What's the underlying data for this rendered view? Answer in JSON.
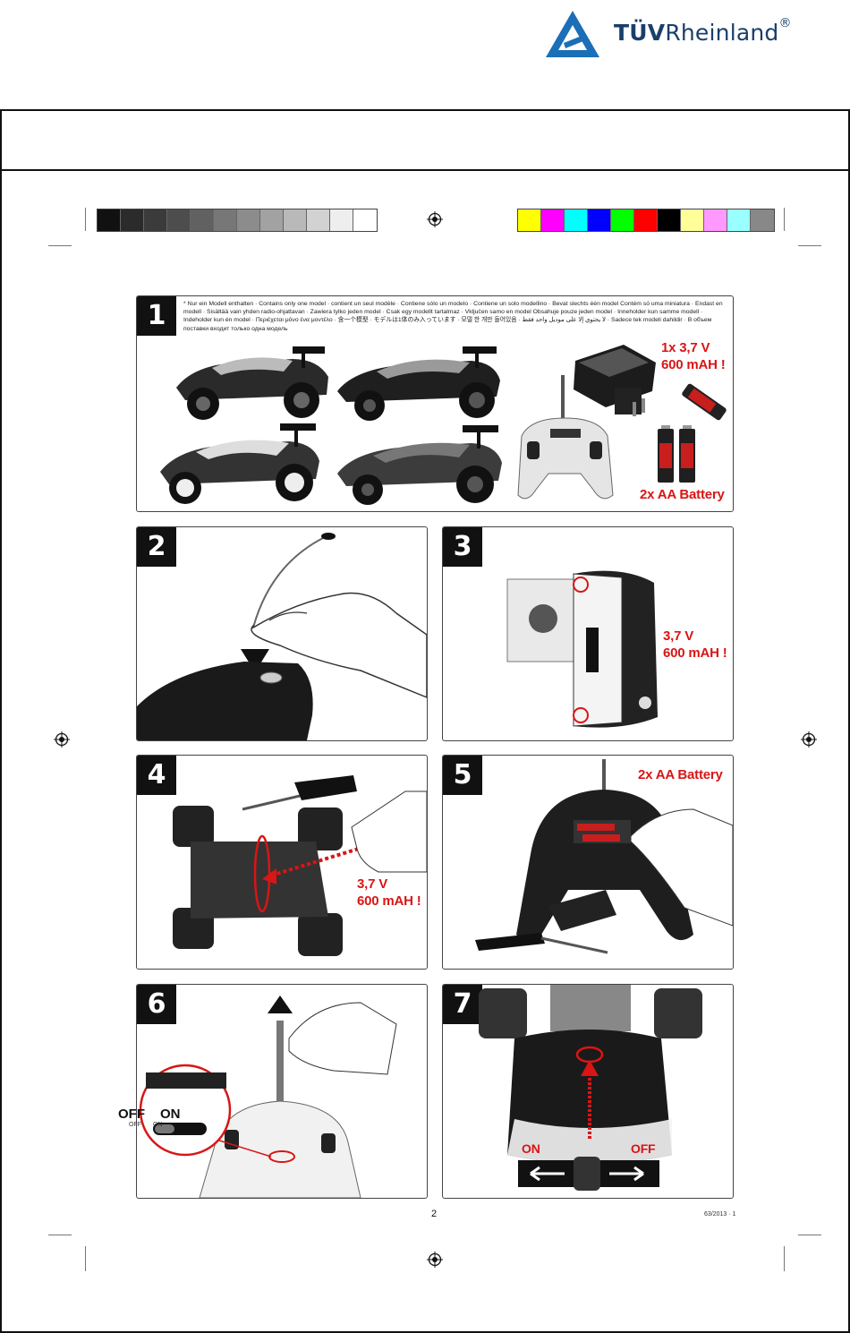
{
  "brand": {
    "name_bold": "TÜV",
    "name_regular": "Rheinland",
    "registered": "®"
  },
  "colors": {
    "grays": [
      "#111111",
      "#2b2b2b",
      "#3b3b3b",
      "#4d4d4d",
      "#616161",
      "#777777",
      "#8c8c8c",
      "#a2a2a2",
      "#b9b9b9",
      "#d2d2d2",
      "#eeeeee",
      "#ffffff"
    ],
    "process": [
      "#ffff00",
      "#ff00ff",
      "#00ffff",
      "#0000ff",
      "#00ff00",
      "#ff0000",
      "#000000",
      "#ffff99",
      "#ff99ff",
      "#99ffff",
      "#888888"
    ],
    "accent_red": "#d91515",
    "brand_blue": "#1a6fb6"
  },
  "steps": [
    {
      "number": "1",
      "note": "* Nur ein Modell enthalten · Contains only one model · contient un seul modèle · Contiene sólo un modelo · Contiene un solo modellino · Bevat slechts één model Contém só uma miniatura · Endast en modell · Sisältää vain yhden radio-ohjattavan · Zawiera tylko jeden model · Csak egy modellt tartalmaz · Vključen samo en model Obsahuje pouze jeden model · Inneholder kun samme modell · Indeholder kun én model · Περιέχεται μόνο ένα μοντέλο · 含一个模型 · モデルは1体のみ入っています · 모델 한 개만 들어있음 · لا يحتوي إلا على موديل واحد فقط · Sadece tek modeli dahildir · В объем поставки входит только одна модель",
      "charger_label_1": "1x 3,7 V",
      "charger_label_2": "600 mAH !",
      "battery_label": "2x AA Battery"
    },
    {
      "number": "2"
    },
    {
      "number": "3",
      "label_1": "3,7 V",
      "label_2": "600 mAH !"
    },
    {
      "number": "4",
      "label_1": "3,7 V",
      "label_2": "600 mAH !"
    },
    {
      "number": "5",
      "battery_label": "2x AA Battery"
    },
    {
      "number": "6",
      "off_label": "OFF",
      "on_label": "ON",
      "off_small": "OFF",
      "on_small": "ON"
    },
    {
      "number": "7",
      "on_label": "ON",
      "off_label": "OFF"
    }
  ],
  "footer": {
    "page": "2",
    "code": "63/2013 · 1"
  }
}
